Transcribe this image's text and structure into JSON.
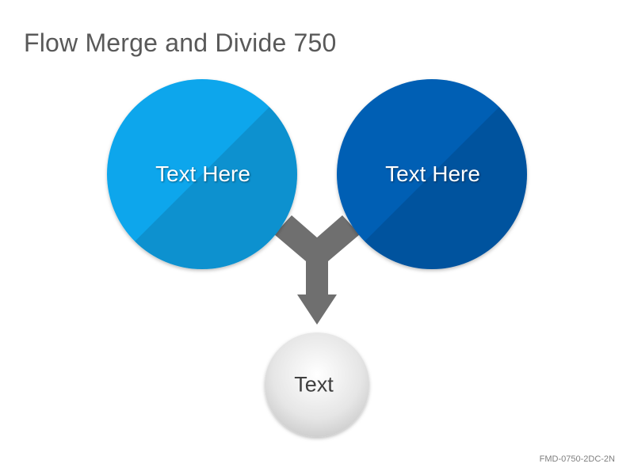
{
  "title": "Flow Merge and Divide 750",
  "nodes": {
    "left": {
      "label": "Text Here",
      "color": "#0aa6ec"
    },
    "right": {
      "label": "Text Here",
      "color": "#045fb4"
    },
    "bottom": {
      "label": "Text",
      "color": "#e8e8e8"
    }
  },
  "connector": {
    "color": "#6f6f6f"
  },
  "footer": {
    "code": "FMD-0750-2DC-2N"
  }
}
